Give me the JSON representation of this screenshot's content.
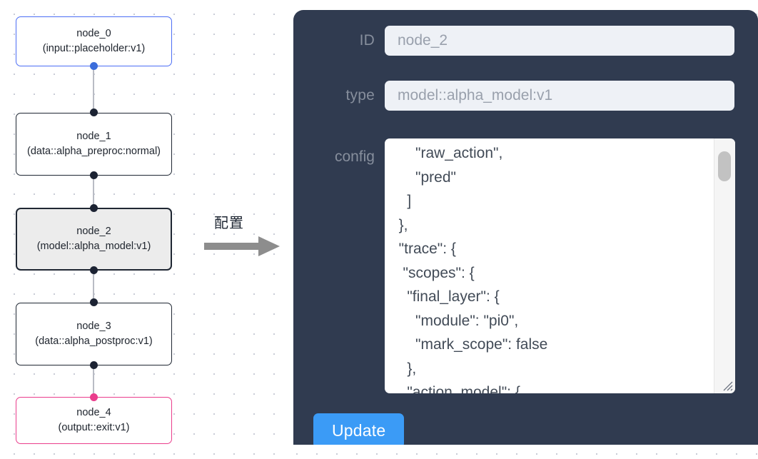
{
  "graph": {
    "nodes": [
      {
        "id": "node_0",
        "type": "(input::placeholder:v1)",
        "role": "input",
        "selected": false
      },
      {
        "id": "node_1",
        "type": "(data::alpha_preproc:normal)",
        "type_wrapped": "(data::alpha_preproc:n\normal)",
        "role": "default",
        "selected": false
      },
      {
        "id": "node_2",
        "type": "(model::alpha_model:v1)",
        "role": "model",
        "selected": true
      },
      {
        "id": "node_3",
        "type": "(data::alpha_postproc:v1)",
        "role": "default",
        "selected": false
      },
      {
        "id": "node_4",
        "type": "(output::exit:v1)",
        "role": "output",
        "selected": false
      }
    ],
    "colors": {
      "input_border": "#4c6ef5",
      "output_border": "#ea3d8c",
      "default_border": "#1f2733",
      "selected_fill": "#ececec",
      "edge": "#b9bcc4",
      "handle": "#1c2333"
    }
  },
  "flow_arrow": {
    "label": "配置"
  },
  "panel": {
    "background_color": "#303b50",
    "fields": {
      "id_label": "ID",
      "id_value": "node_2",
      "type_label": "type",
      "type_value": "model::alpha_model:v1",
      "config_label": "config",
      "config_value": "      \"raw_action\",\n      \"pred\"\n    ]\n  },\n  \"trace\": {\n   \"scopes\": {\n    \"final_layer\": {\n      \"module\": \"pi0\",\n      \"mark_scope\": false\n    },\n    \"action_model\": {"
    },
    "update_button": {
      "label": "Update",
      "color": "#3b9bf6"
    }
  }
}
